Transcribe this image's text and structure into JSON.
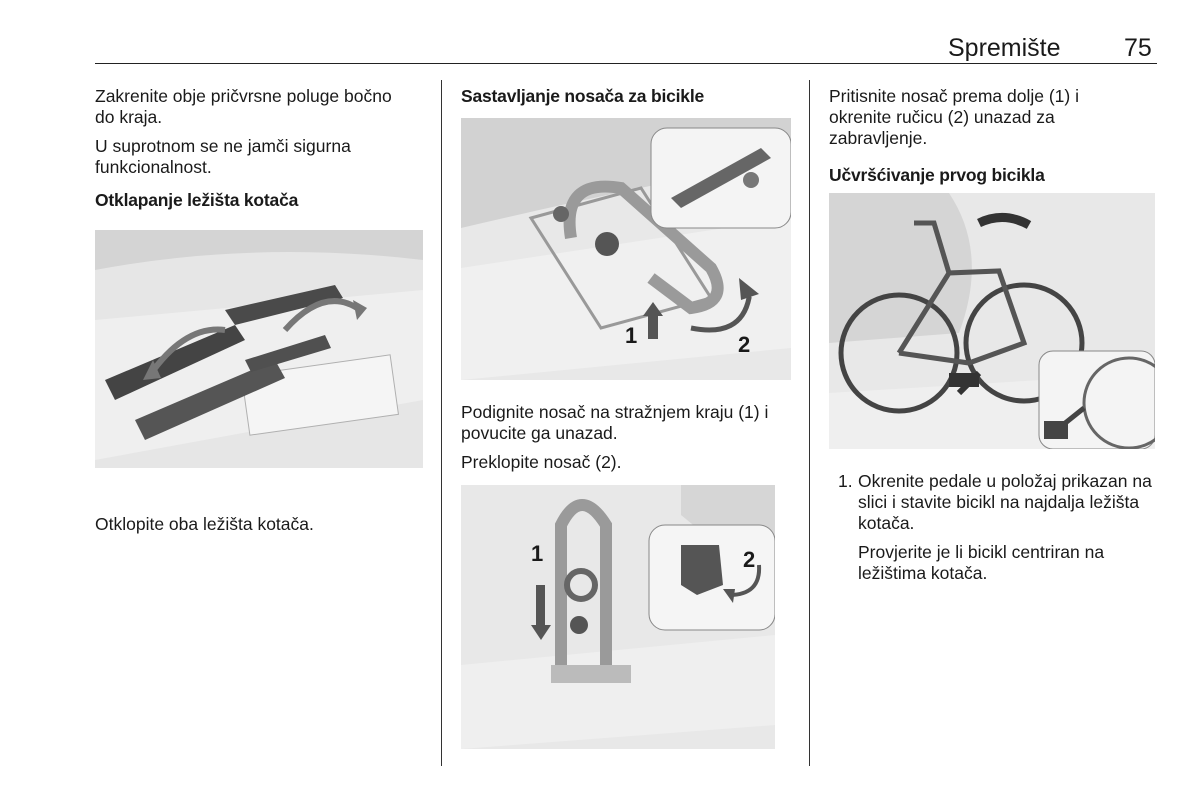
{
  "header": {
    "section": "Spremište",
    "page_number": "75"
  },
  "col1": {
    "p1": "Zakrenite obje pričvrsne poluge bočno do kraja.",
    "p2": "U suprotnom se ne jamči sigurna funkcionalnost.",
    "heading": "Otklapanje ležišta kotača",
    "caption": "Otklopite oba ležišta kotača."
  },
  "col2": {
    "heading": "Sastavljanje nosača za bicikle",
    "p1": "Podignite nosač na stražnjem kraju (1) i povucite ga unazad.",
    "p2": "Preklopite nosač (2).",
    "fig1_labels": [
      "1",
      "2"
    ],
    "fig2_labels": [
      "1",
      "2"
    ]
  },
  "col3": {
    "p1": "Pritisnite nosač prema dolje (1) i okrenite ručicu (2) unazad za zabravljenje.",
    "heading": "Učvršćivanje prvog bicikla",
    "step_number": "1.",
    "step_text": "Okrenite pedale u položaj prikazan na slici i stavite bicikl na najdalja ležišta kotača.",
    "step_note": "Provjerite je li bicikl centriran na ležištima kotača."
  }
}
